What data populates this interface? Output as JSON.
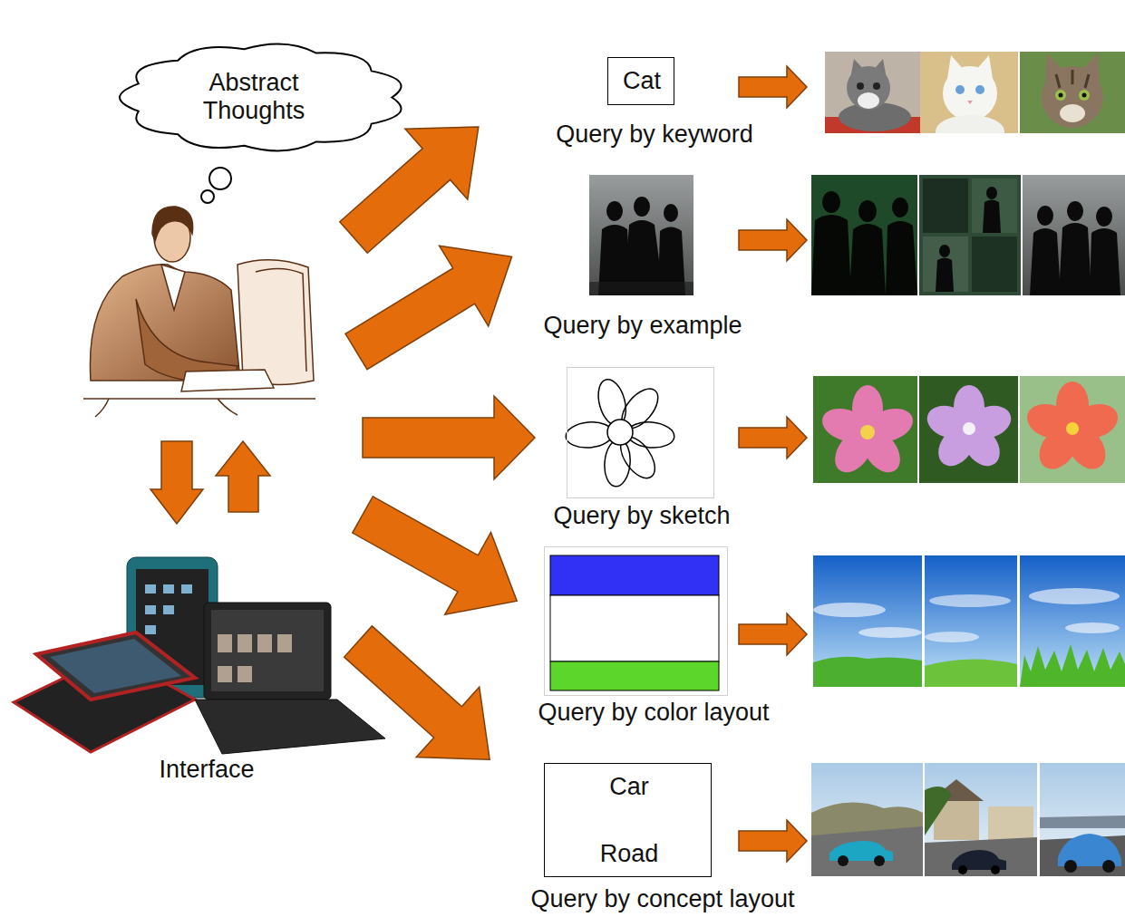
{
  "diagram": {
    "nodes": [
      {
        "text": [
          "Abstract Thoughts"
        ]
      },
      {
        "text": [
          "Cat",
          "Query by keyword"
        ]
      },
      {
        "text": [
          "Query by example"
        ]
      },
      {
        "text": [
          "Query by sketch"
        ]
      },
      {
        "text": [
          "Query by color layout"
        ]
      },
      {
        "text": [
          "Car",
          "Road",
          "Query by concept layout"
        ]
      }
    ],
    "labels": [
      "Interface"
    ]
  }
}
